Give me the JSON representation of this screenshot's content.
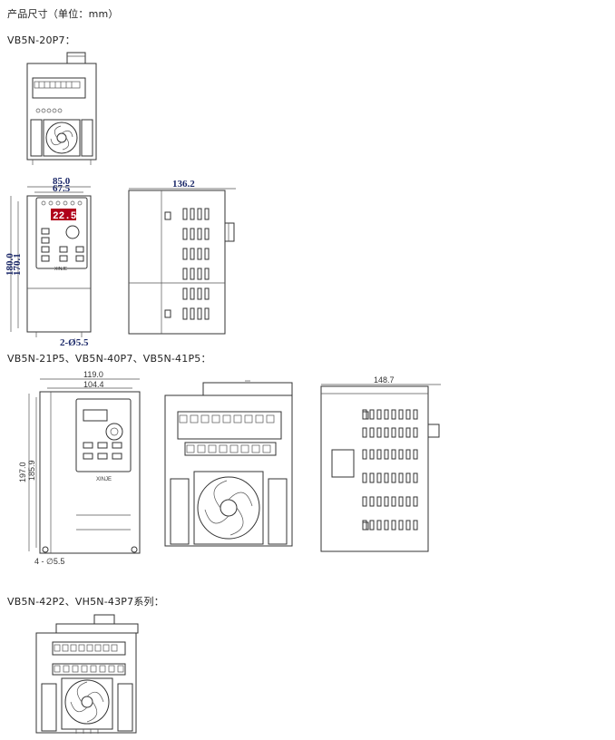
{
  "heading": "产品尺寸（单位：mm）",
  "sections": [
    {
      "label": "VB5N-20P7："
    },
    {
      "label": "VB5N-21P5、VB5N-40P7、VB5N-41P5："
    },
    {
      "label": "VB5N-42P2、VH5N-43P7系列："
    }
  ],
  "drawing1": {
    "width_outer": "85.0",
    "width_inner": "67.5",
    "height_outer": "180.0",
    "height_inner": "170.1",
    "holes": "2-Ø5.5",
    "depth": "136.2",
    "display": "22.5"
  },
  "drawing2": {
    "width_outer": "119.0",
    "width_inner": "104.4",
    "height_outer": "197.0",
    "height_inner": "185.9",
    "holes": "4 - ∅5.5",
    "depth": "148.7",
    "brand": "XINJE"
  }
}
